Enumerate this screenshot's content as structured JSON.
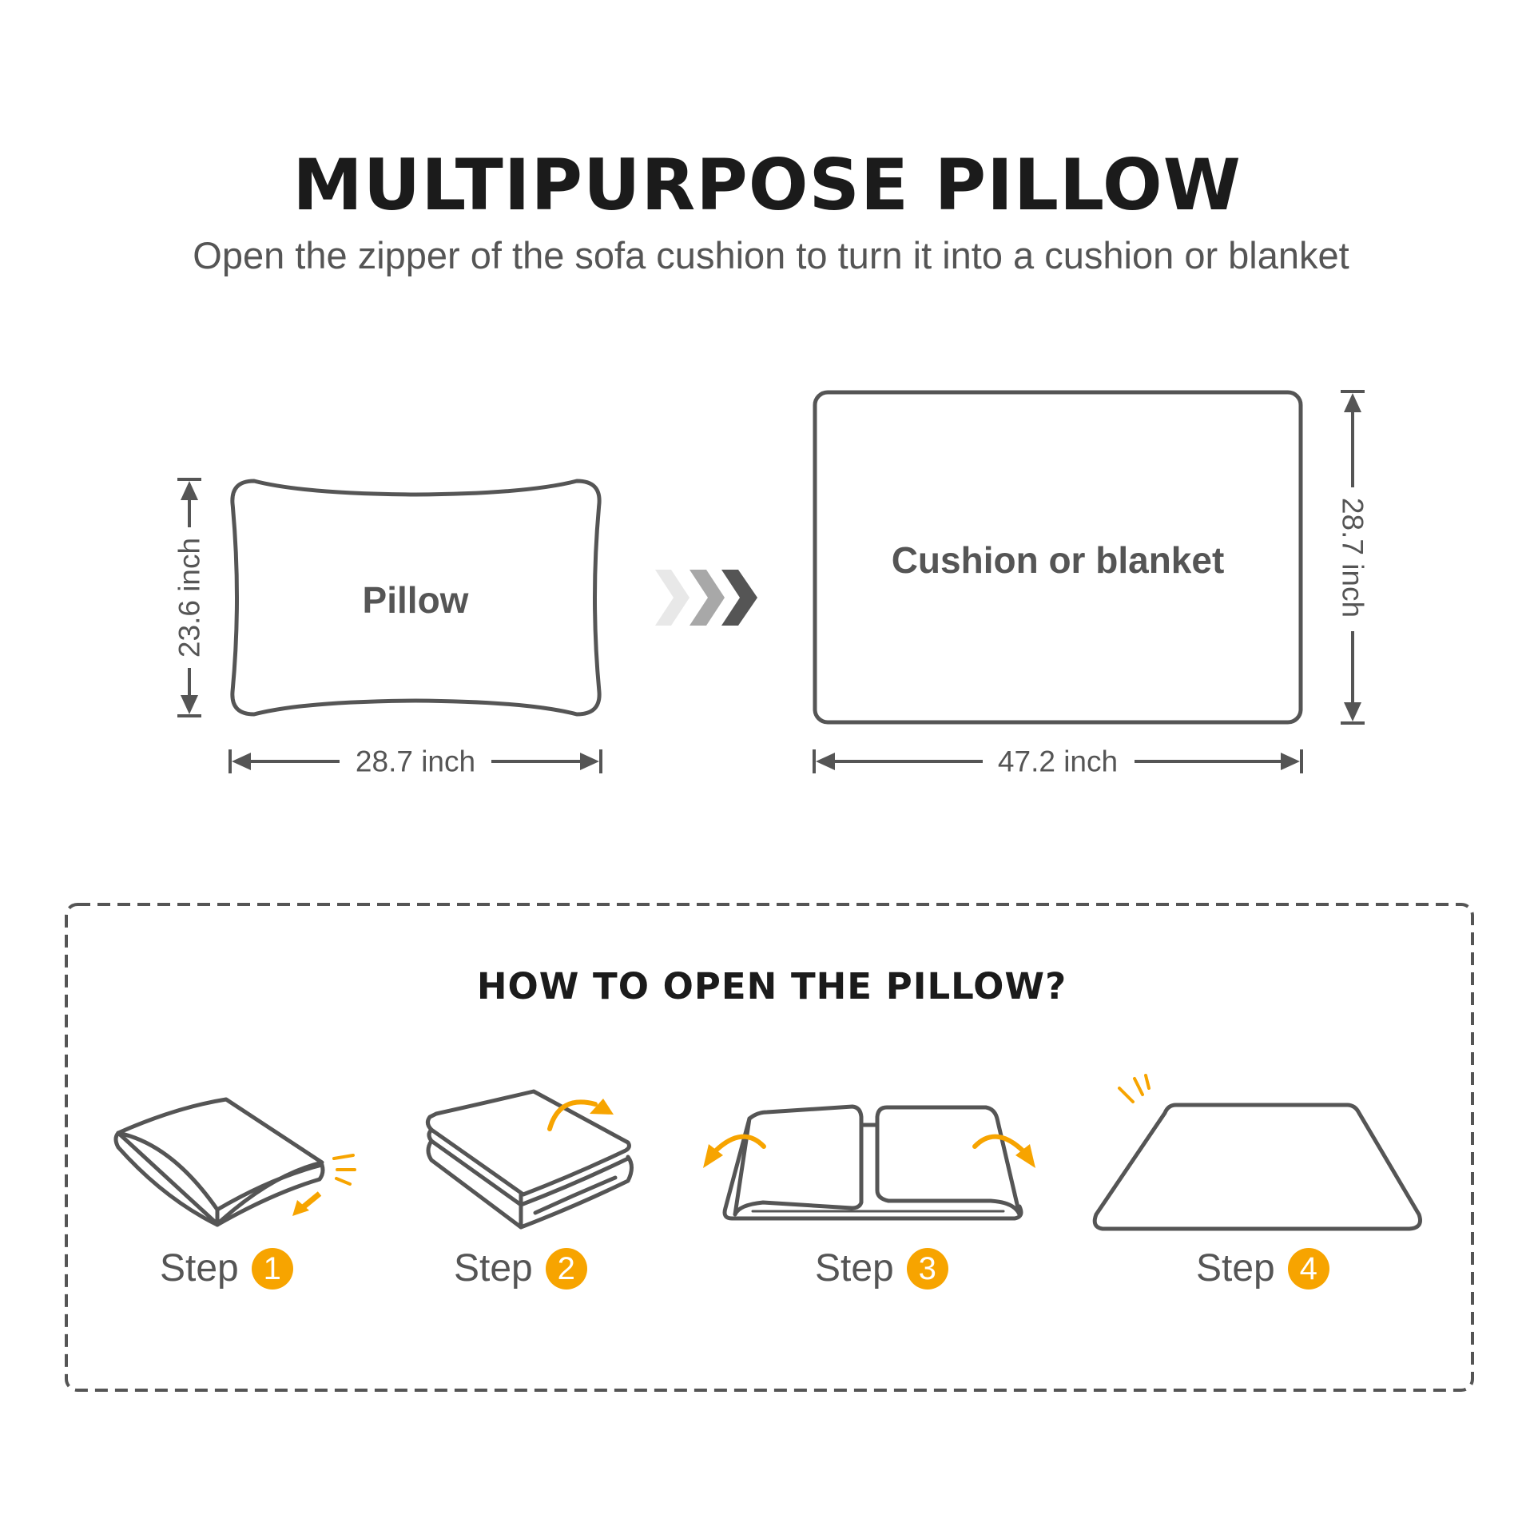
{
  "header": {
    "title": "MULTIPURPOSE PILLOW",
    "subtitle": "Open the zipper of the sofa cushion to turn it into a cushion or blanket"
  },
  "diagram": {
    "pillow": {
      "label": "Pillow",
      "height_label": "23.6 inch",
      "width_label": "28.7 inch"
    },
    "transform_arrow": {
      "icon": "triple-chevron-right-icon",
      "colors": [
        "#e8e8e8",
        "#a8a8a8",
        "#555555"
      ]
    },
    "blanket": {
      "label": "Cushion or blanket",
      "height_label": "28.7 inch",
      "width_label": "47.2 inch"
    }
  },
  "howto": {
    "heading": "HOW TO OPEN THE PILLOW?",
    "steps": [
      {
        "label": "Step",
        "number": "1",
        "icon": "closed-pillow-unzip-icon"
      },
      {
        "label": "Step",
        "number": "2",
        "icon": "folded-blanket-flip-icon"
      },
      {
        "label": "Step",
        "number": "3",
        "icon": "unfolding-blanket-icon"
      },
      {
        "label": "Step",
        "number": "4",
        "icon": "flat-blanket-icon"
      }
    ]
  },
  "colors": {
    "accent": "#f7a400",
    "outline": "#555555",
    "title": "#1b1b1b",
    "text": "#555555"
  }
}
